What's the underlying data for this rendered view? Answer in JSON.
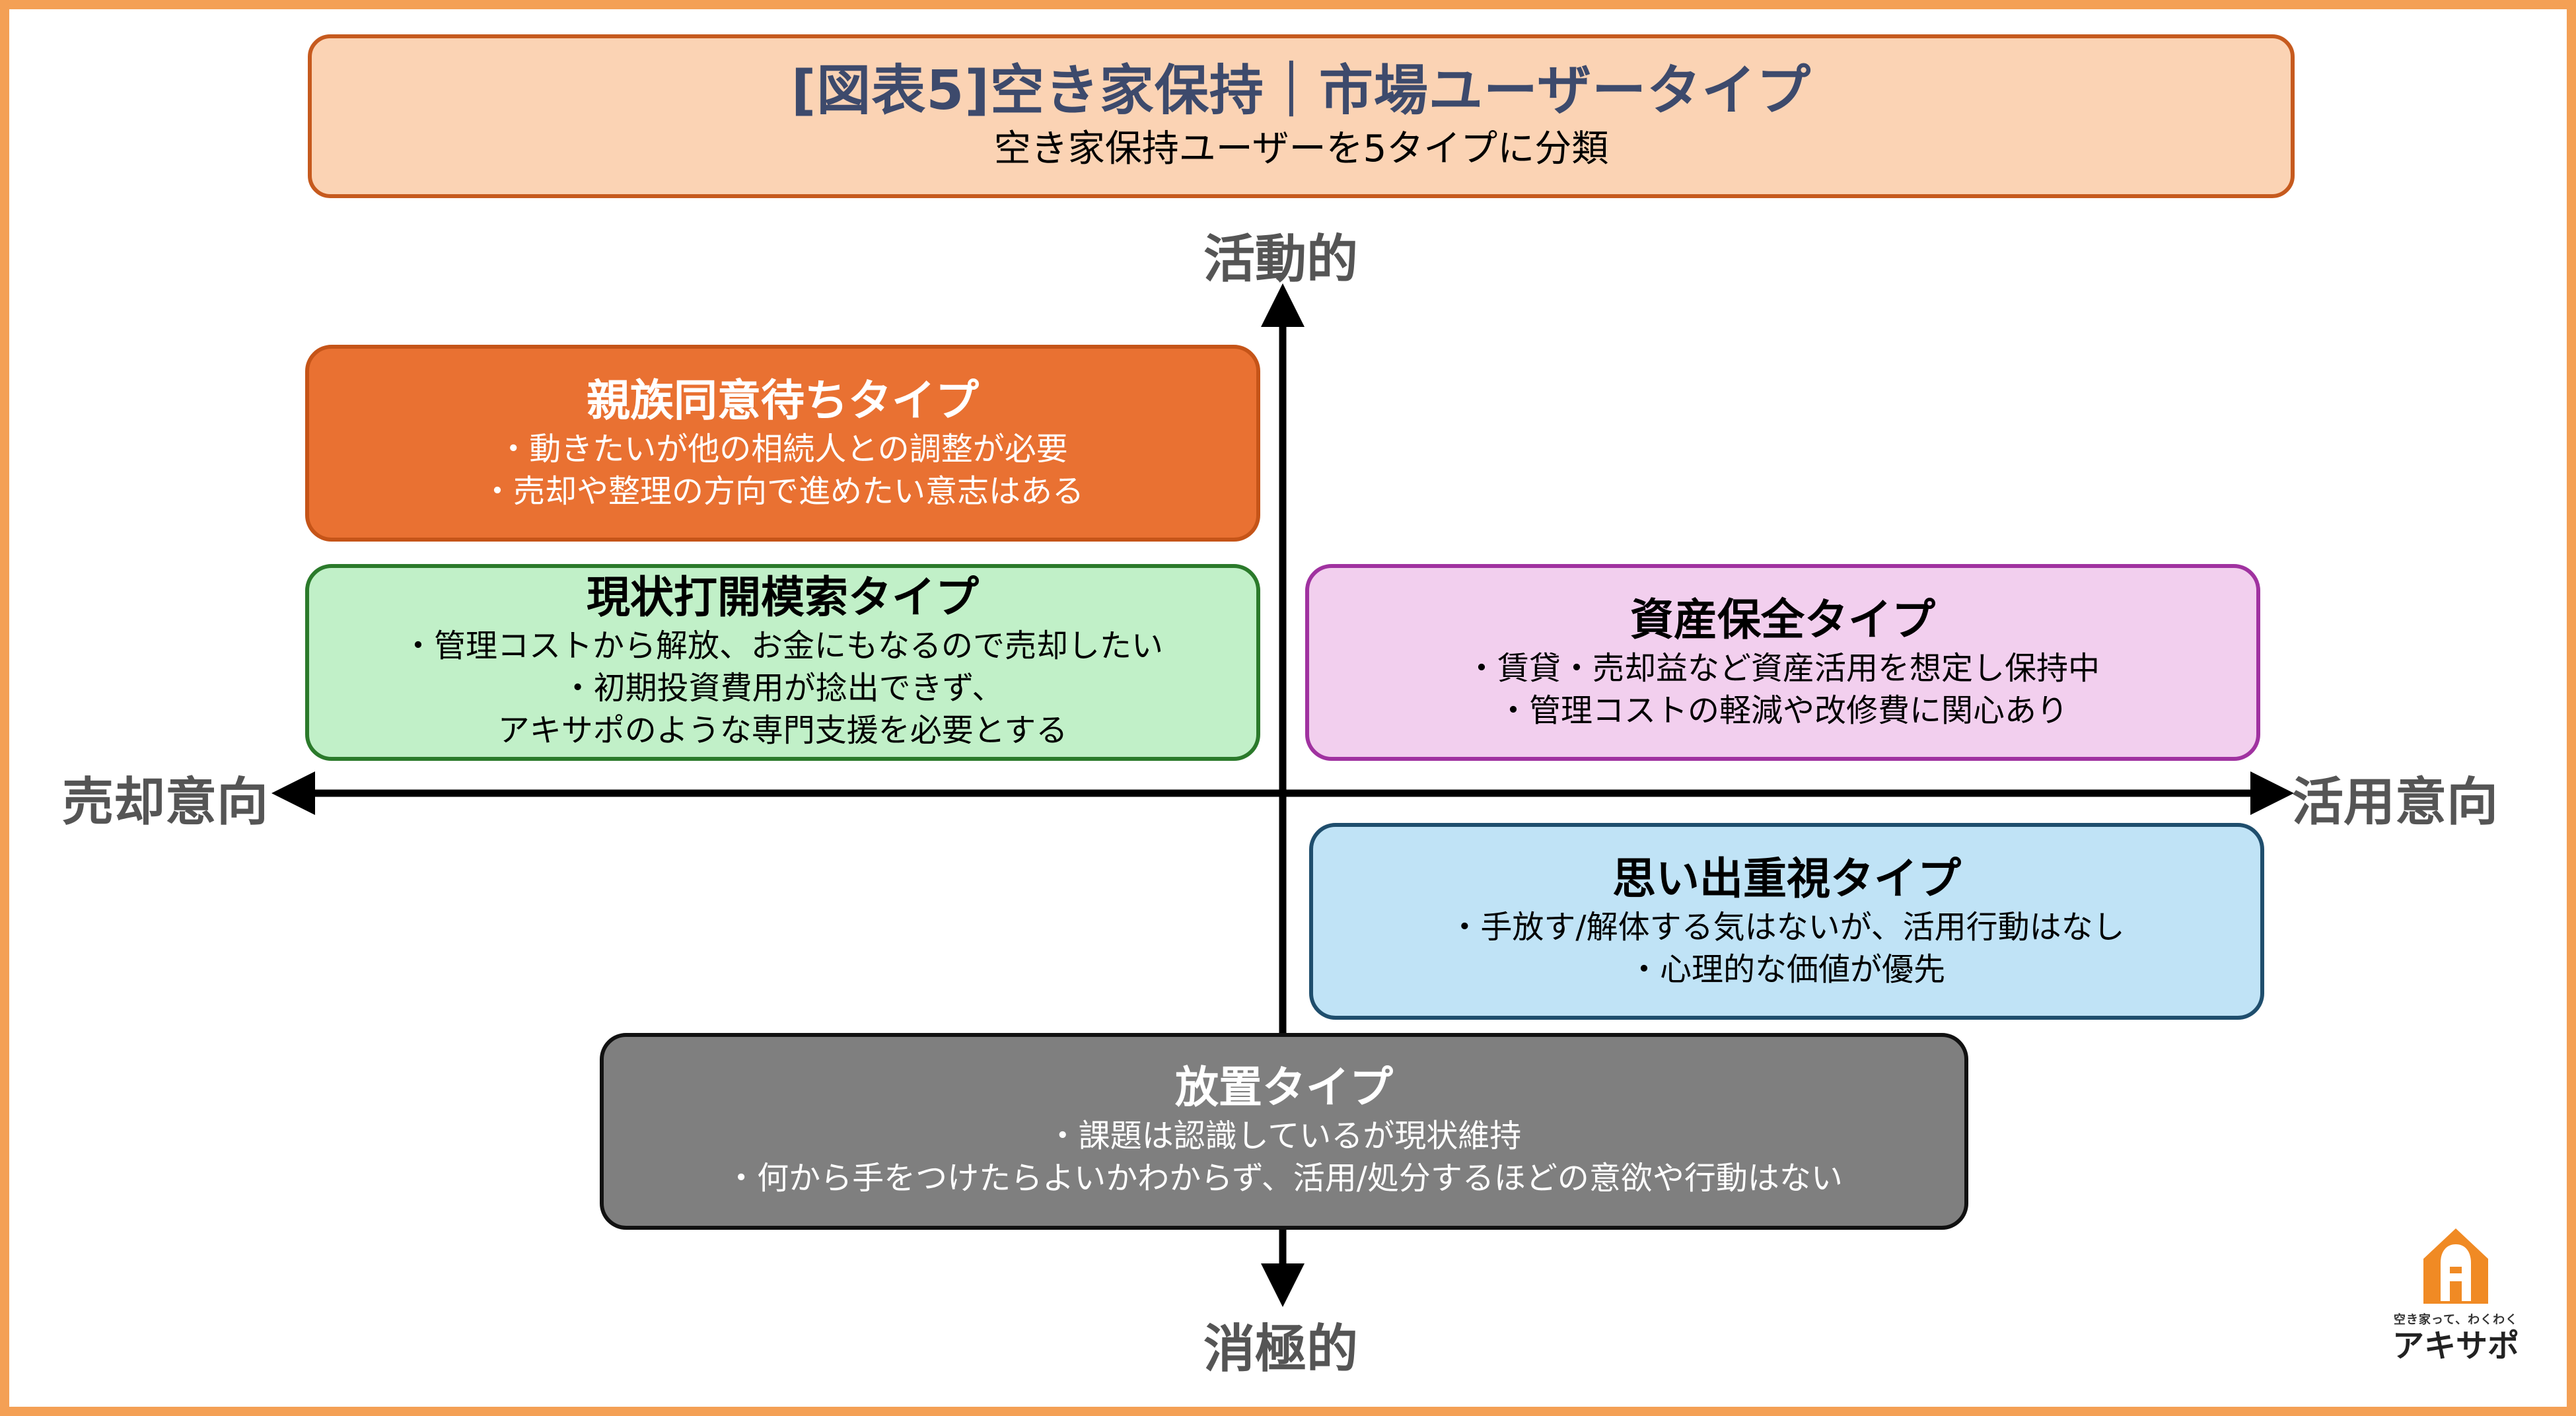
{
  "title": {
    "main": "[図表5]空き家保持｜市場ユーザータイプ",
    "sub": "空き家保持ユーザーを5タイプに分類"
  },
  "axes": {
    "top": "活動的",
    "bottom": "消極的",
    "left": "売却意向",
    "right": "活用意向"
  },
  "types": {
    "shinzoku": {
      "title": "親族同意待ちタイプ",
      "lines": [
        "・動きたいが他の相続人との調整が必要",
        "・売却や整理の方向で進めたい意志はある"
      ]
    },
    "genjo": {
      "title": "現状打開模索タイプ",
      "lines": [
        "・管理コストから解放、お金にもなるので売却したい",
        "・初期投資費用が捻出できず、",
        "アキサポのような専門支援を必要とする"
      ]
    },
    "shisan": {
      "title": "資産保全タイプ",
      "lines": [
        "・賃貸・売却益など資産活用を想定し保持中",
        "・管理コストの軽減や改修費に関心あり"
      ]
    },
    "omoide": {
      "title": "思い出重視タイプ",
      "lines": [
        "・手放す/解体する気はないが、活用行動はなし",
        "・心理的な価値が優先"
      ]
    },
    "houchi": {
      "title": "放置タイプ",
      "lines": [
        "・課題は認識しているが現状維持",
        "・何から手をつけたらよいかわからず、活用/処分するほどの意欲や行動はない"
      ]
    }
  },
  "logo": {
    "tagline": "空き家って、わくわく",
    "name": "アキサポ"
  },
  "colors": {
    "frame": "#f4a055",
    "title_bg": "#fbd3b4",
    "shinzoku": "#e97132",
    "genjo": "#c1f0c8",
    "shisan": "#f2cfee",
    "omoide": "#c0e3f6",
    "houchi": "#7f7f7f",
    "logo": "#f08a24"
  }
}
